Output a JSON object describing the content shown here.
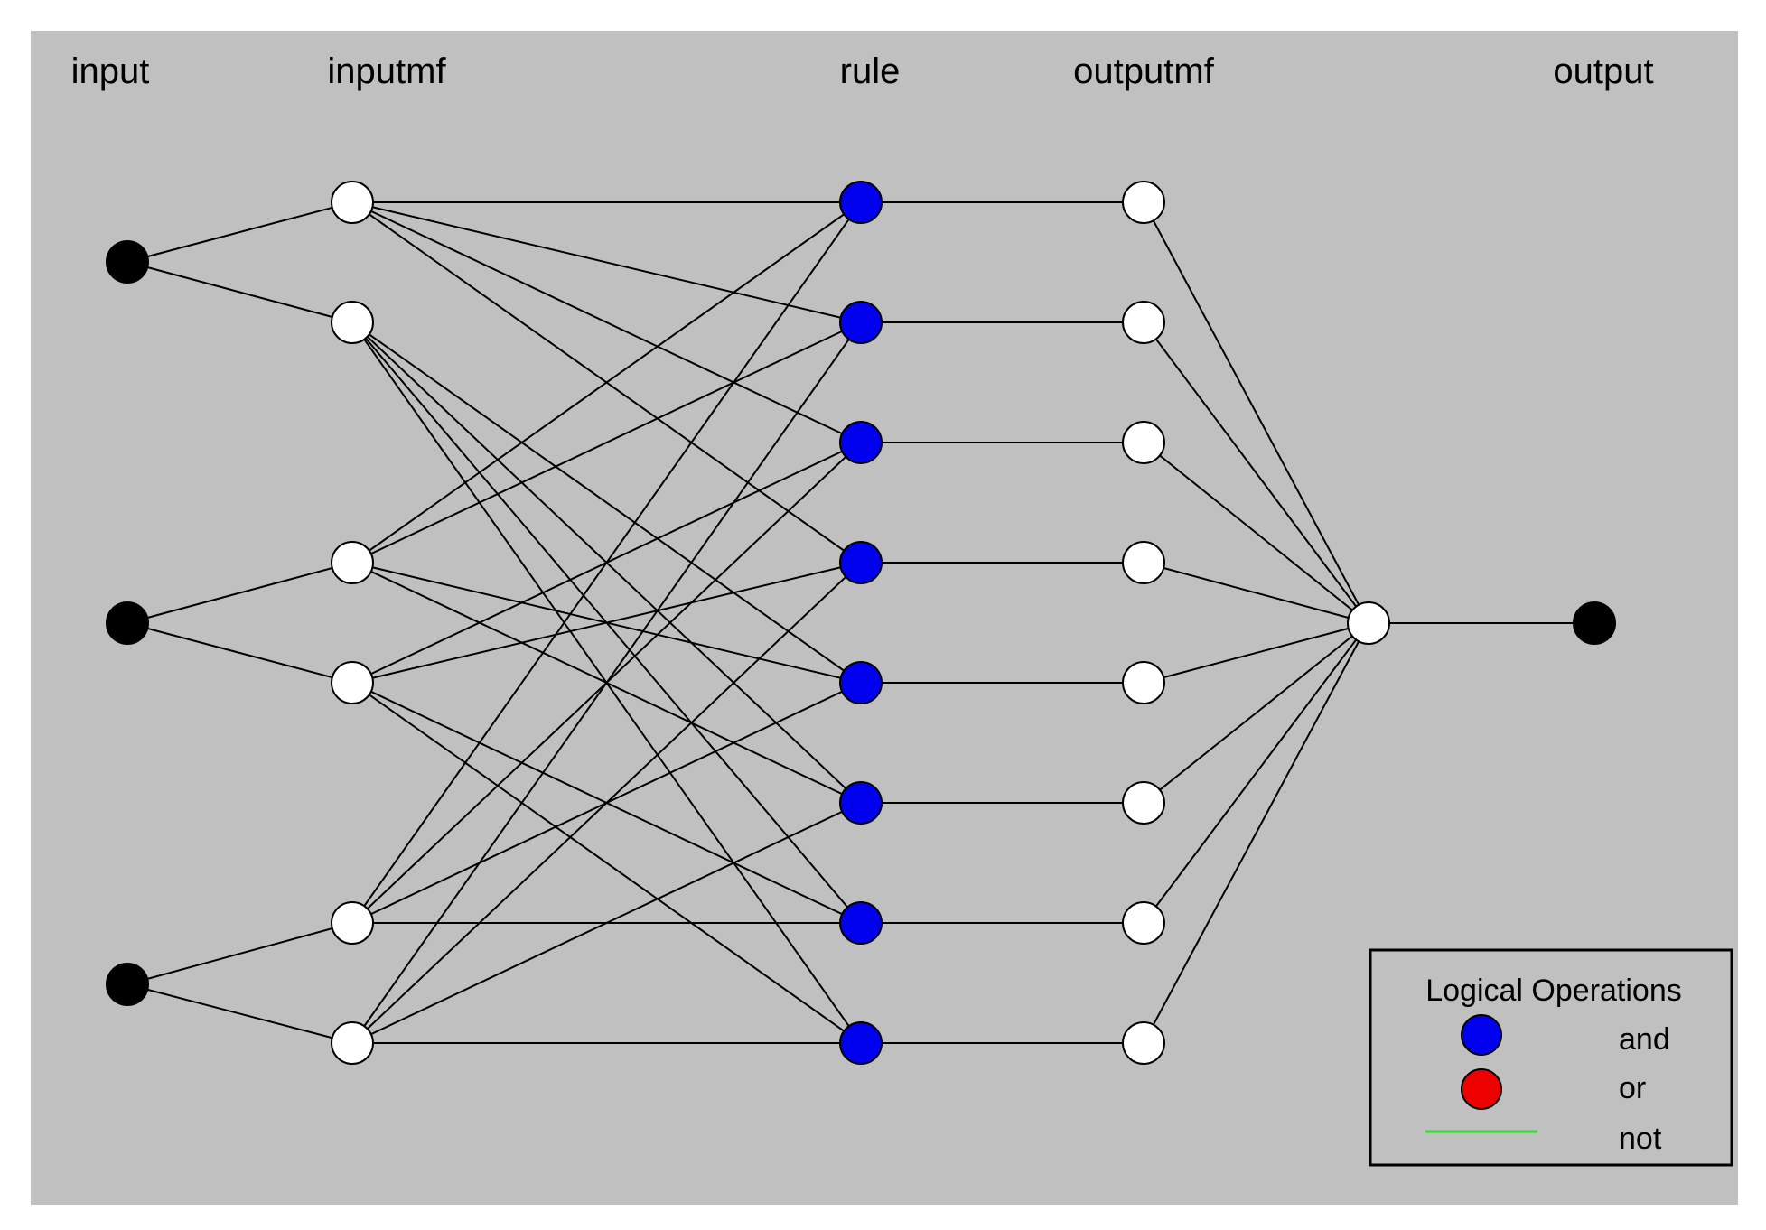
{
  "columns": [
    {
      "key": "input",
      "label": "input",
      "count": 3,
      "fill": "#000000"
    },
    {
      "key": "inputmf",
      "label": "inputmf",
      "count": 6,
      "fill": "#ffffff"
    },
    {
      "key": "rule",
      "label": "rule",
      "count": 8,
      "fill": "#0000ee"
    },
    {
      "key": "outputmf",
      "label": "outputmf",
      "count": 8,
      "fill": "#ffffff"
    },
    {
      "key": "output",
      "label": "output",
      "count": 1,
      "fill": "#000000"
    }
  ],
  "aggregation_node_fill": "#ffffff",
  "rule_antecedents": [
    [
      0,
      2,
      4
    ],
    [
      0,
      2,
      5
    ],
    [
      0,
      3,
      4
    ],
    [
      0,
      3,
      5
    ],
    [
      1,
      2,
      4
    ],
    [
      1,
      2,
      5
    ],
    [
      1,
      3,
      4
    ],
    [
      1,
      3,
      5
    ]
  ],
  "legend": {
    "title": "Logical Operations",
    "items": [
      {
        "label": "and",
        "kind": "dot",
        "color": "#0000ee"
      },
      {
        "label": "or",
        "kind": "dot",
        "color": "#ee0000"
      },
      {
        "label": "not",
        "kind": "line",
        "color": "#33dd33"
      }
    ]
  },
  "colors": {
    "background": "#c0c0c0",
    "edge": "#000000"
  }
}
